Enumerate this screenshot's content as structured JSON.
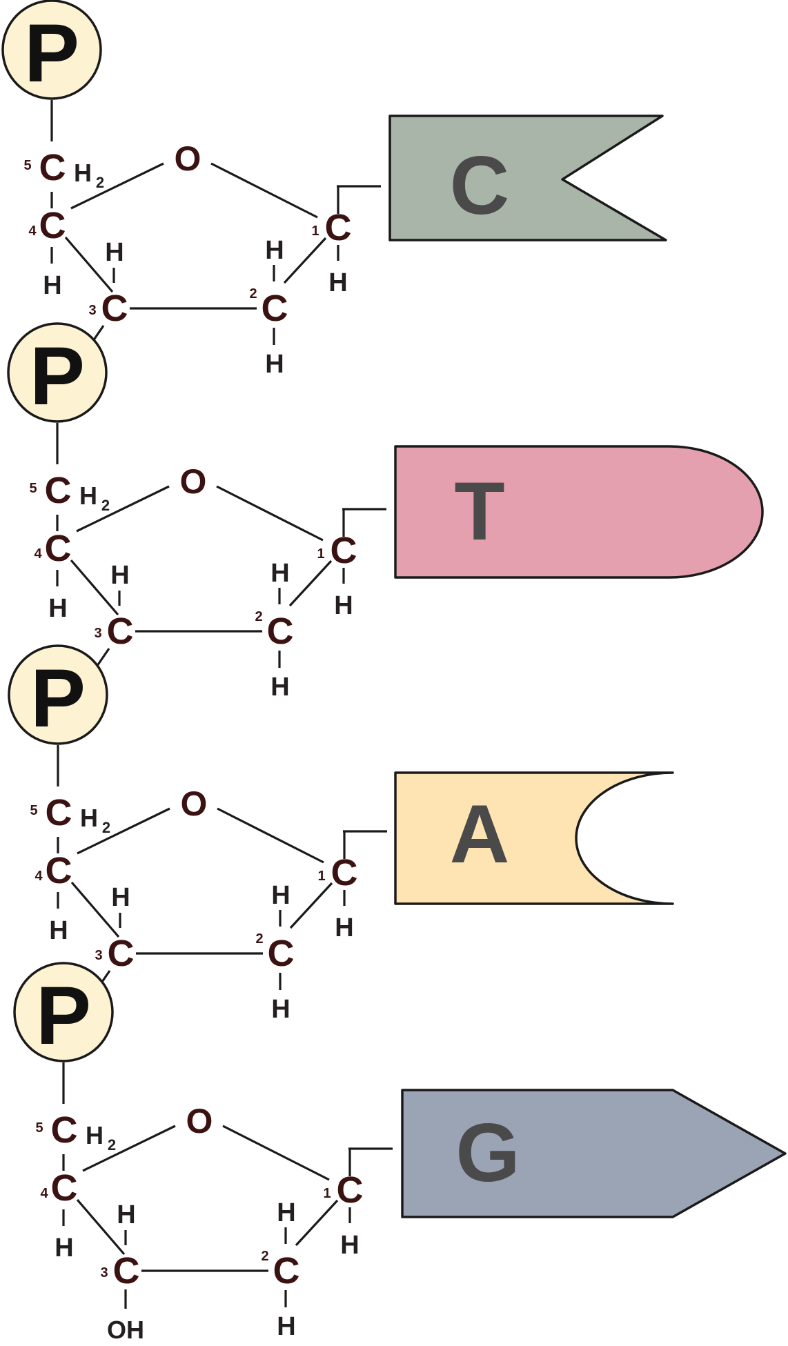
{
  "phosphate_label": "P",
  "base_colors": {
    "C": "#aab5aa",
    "T": "#e5a0b0",
    "A": "#fde4b2",
    "G": "#9aa4b4",
    "phosphate_fill": "#fdf3d2"
  },
  "nucleotides": [
    {
      "base": "C",
      "base_shape": "notch",
      "atoms": {
        "o": "O",
        "c1": "C",
        "c2": "C",
        "c3": "C",
        "c4": "C",
        "c5": "C",
        "h2_sub": "H",
        "h2_index": "2"
      },
      "numbers": {
        "n1": "1",
        "n2": "2",
        "n3": "3",
        "n4": "4",
        "n5": "5"
      },
      "hydrogens": {
        "c1_h": "H",
        "c2_top": "H",
        "c2_bottom": "H",
        "c3_top": "H",
        "c4_h": "H"
      }
    },
    {
      "base": "T",
      "base_shape": "round",
      "atoms": {
        "o": "O",
        "c1": "C",
        "c2": "C",
        "c3": "C",
        "c4": "C",
        "c5": "C",
        "h2_sub": "H",
        "h2_index": "2"
      },
      "numbers": {
        "n1": "1",
        "n2": "2",
        "n3": "3",
        "n4": "4",
        "n5": "5"
      },
      "hydrogens": {
        "c1_h": "H",
        "c2_top": "H",
        "c2_bottom": "H",
        "c3_top": "H",
        "c4_h": "H"
      }
    },
    {
      "base": "A",
      "base_shape": "concave",
      "atoms": {
        "o": "O",
        "c1": "C",
        "c2": "C",
        "c3": "C",
        "c4": "C",
        "c5": "C",
        "h2_sub": "H",
        "h2_index": "2"
      },
      "numbers": {
        "n1": "1",
        "n2": "2",
        "n3": "3",
        "n4": "4",
        "n5": "5"
      },
      "hydrogens": {
        "c1_h": "H",
        "c2_top": "H",
        "c2_bottom": "H",
        "c3_top": "H",
        "c4_h": "H"
      }
    },
    {
      "base": "G",
      "base_shape": "arrow",
      "atoms": {
        "o": "O",
        "c1": "C",
        "c2": "C",
        "c3": "C",
        "c4": "C",
        "c5": "C",
        "h2_sub": "H",
        "h2_index": "2"
      },
      "numbers": {
        "n1": "1",
        "n2": "2",
        "n3": "3",
        "n4": "4",
        "n5": "5"
      },
      "hydrogens": {
        "c1_h": "H",
        "c2_top": "H",
        "c2_bottom": "H",
        "c3_top": "H",
        "c4_h": "H"
      },
      "three_prime_oh": "OH"
    }
  ]
}
